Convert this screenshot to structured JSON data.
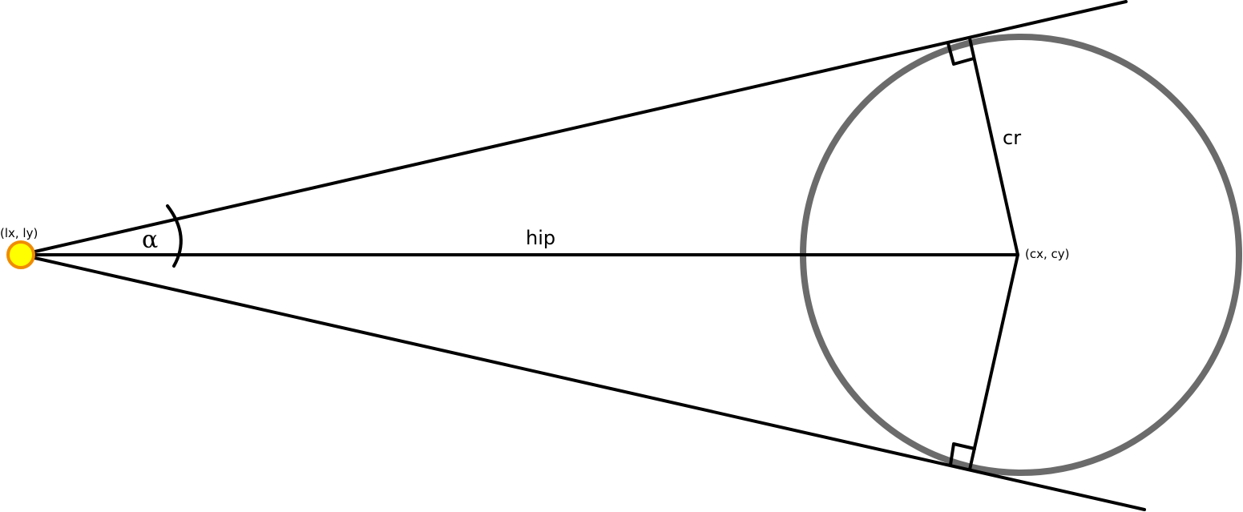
{
  "labels": {
    "light_point": "(lx, ly)",
    "center_point": "(cx, cy)",
    "hypotenuse": "hip",
    "radius": "cr",
    "angle": "α"
  },
  "colors": {
    "line": "#000000",
    "circle_stroke": "#6b6b6b",
    "light_fill": "#ffff00",
    "light_stroke": "#f08c00"
  }
}
